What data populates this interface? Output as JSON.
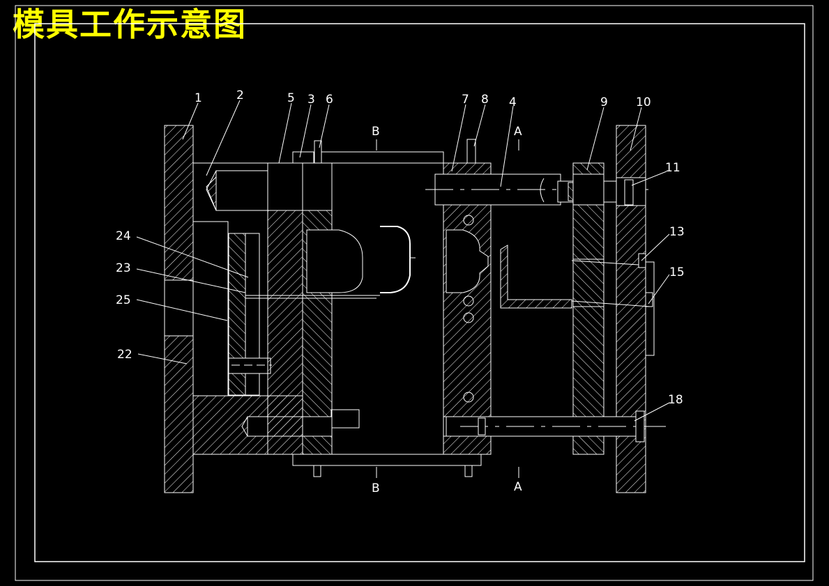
{
  "title": "模具工作示意图",
  "part_labels": [
    "1",
    "2",
    "5",
    "3",
    "6",
    "7",
    "8",
    "4",
    "9",
    "10",
    "11",
    "13",
    "15",
    "18",
    "24",
    "23",
    "25",
    "22"
  ],
  "section_labels": {
    "b_top": "B",
    "b_bottom": "B",
    "a_top": "A",
    "a_bottom": "A"
  },
  "colors": {
    "background": "#000000",
    "lines": "#ffffff",
    "title": "#ffff00"
  }
}
